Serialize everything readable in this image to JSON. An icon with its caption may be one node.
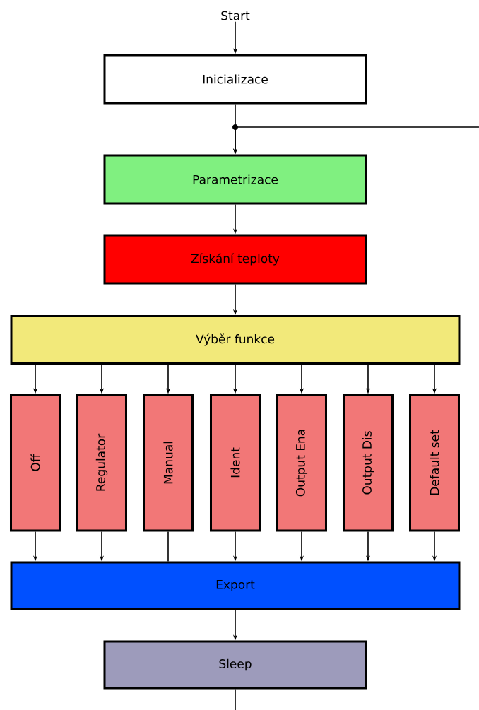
{
  "diagram": {
    "nodes": [
      {
        "text": [
          "Start"
        ]
      },
      {
        "text": [
          "Inicializace"
        ]
      },
      {
        "text": [
          "Parametrizace"
        ]
      },
      {
        "text": [
          "Získání teploty"
        ]
      },
      {
        "text": [
          "Výběr funkce"
        ]
      },
      {
        "text": [
          "Off"
        ]
      },
      {
        "text": [
          "Regulator"
        ]
      },
      {
        "text": [
          "Manual"
        ]
      },
      {
        "text": [
          "Ident"
        ]
      },
      {
        "text": [
          "Output Ena"
        ]
      },
      {
        "text": [
          "Output Dis"
        ]
      },
      {
        "text": [
          "Default set"
        ]
      },
      {
        "text": [
          "Export"
        ]
      },
      {
        "text": [
          "Sleep"
        ]
      }
    ],
    "edges": [
      {
        "from": 0,
        "to": 1,
        "arrow": "to"
      },
      {
        "from": 1,
        "to": 2,
        "arrow": "to"
      },
      {
        "from": null,
        "to": 2,
        "arrow": "to"
      },
      {
        "from": 2,
        "to": 3,
        "arrow": "to"
      },
      {
        "from": 3,
        "to": 4,
        "arrow": "to"
      },
      {
        "from": 4,
        "to": 5,
        "arrow": "to"
      },
      {
        "from": 4,
        "to": 6,
        "arrow": "to"
      },
      {
        "from": 4,
        "to": 7,
        "arrow": "to"
      },
      {
        "from": 4,
        "to": 8,
        "arrow": "to"
      },
      {
        "from": 4,
        "to": 9,
        "arrow": "to"
      },
      {
        "from": 4,
        "to": 10,
        "arrow": "to"
      },
      {
        "from": 4,
        "to": 11,
        "arrow": "to"
      },
      {
        "from": 5,
        "to": 12,
        "arrow": "to"
      },
      {
        "from": 6,
        "to": 12,
        "arrow": "to"
      },
      {
        "from": 7,
        "to": 12,
        "arrow": "none"
      },
      {
        "from": 8,
        "to": 12,
        "arrow": "to"
      },
      {
        "from": 9,
        "to": 12,
        "arrow": "to"
      },
      {
        "from": 10,
        "to": 12,
        "arrow": "to"
      },
      {
        "from": 11,
        "to": 12,
        "arrow": "to"
      },
      {
        "from": 12,
        "to": 13,
        "arrow": "to"
      },
      {
        "from": 13,
        "to": null,
        "arrow": "none"
      }
    ]
  }
}
